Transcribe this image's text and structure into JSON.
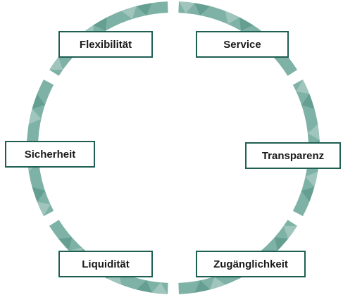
{
  "diagram": {
    "colors": {
      "ring_base": "#7fb2a6",
      "ring_dark": "#4f8f82",
      "ring_light": "#b9d6ce",
      "box_border": "#1f5f53",
      "text": "#1a1a1a"
    },
    "labels": {
      "flexibilitaet": "Flexibilität",
      "service": "Service",
      "sicherheit": "Sicherheit",
      "transparenz": "Transparenz",
      "liquiditaet": "Liquidität",
      "zugaenglichkeit": "Zugänglichkeit"
    }
  }
}
